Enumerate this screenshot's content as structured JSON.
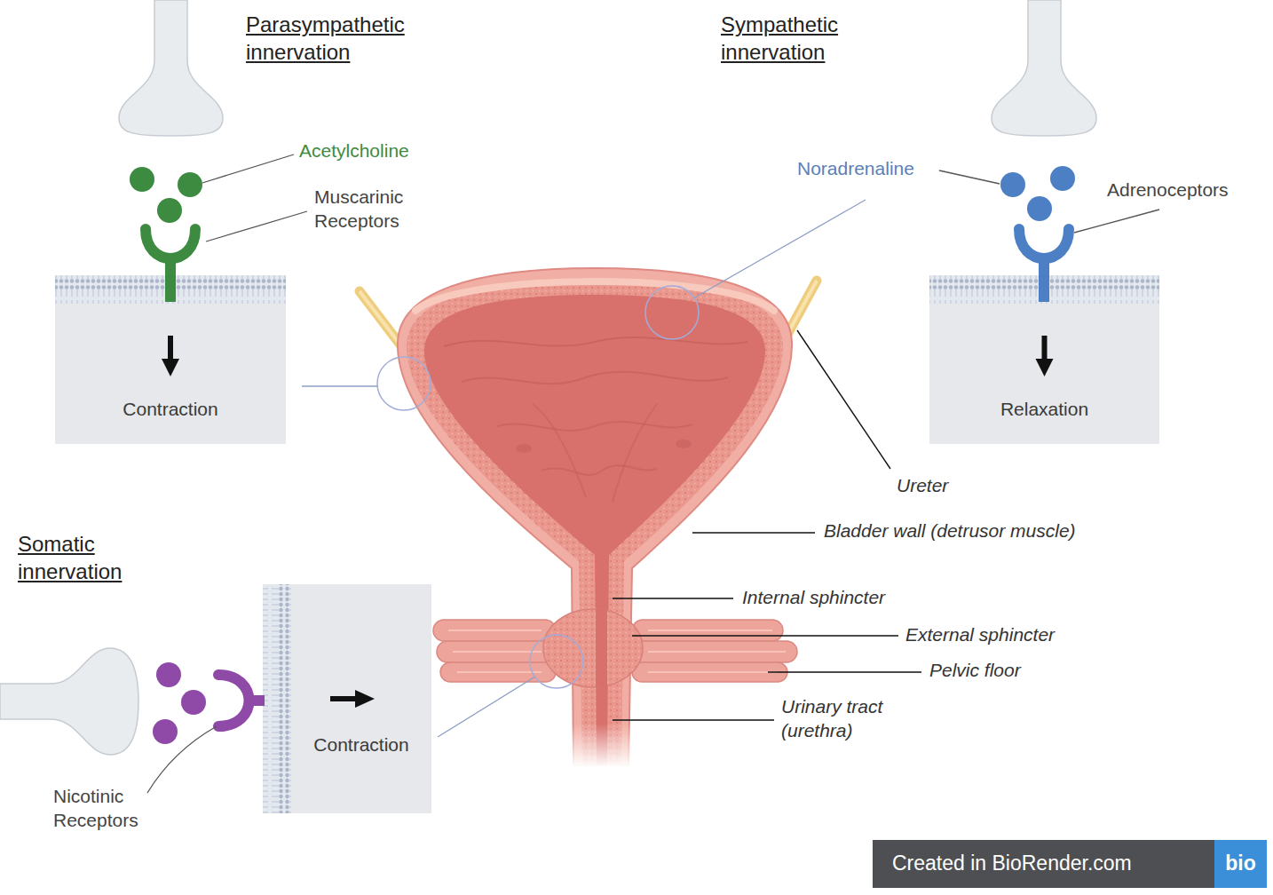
{
  "diagram": {
    "nodes": [
      {
        "text": [
          "Contraction"
        ]
      },
      {
        "text": [
          "Relaxation"
        ]
      },
      {
        "text": [
          "Contraction"
        ]
      },
      {
        "text": [
          "Created in BioRender.com"
        ]
      },
      {
        "text": [
          "bio"
        ],
        "in": 3
      }
    ],
    "labels": [
      "Parasympathetic innervation",
      "Acetylcholine",
      "Muscarinic Receptors",
      "Sympathetic innervation",
      "Noradrenaline",
      "Adrenoceptors",
      "Somatic innervation",
      "Nicotinic Receptors",
      "Ureter",
      "Bladder wall (detrusor muscle)",
      "Internal sphincter",
      "External sphincter",
      "Pelvic floor",
      "Urinary tract (urethra)"
    ]
  }
}
